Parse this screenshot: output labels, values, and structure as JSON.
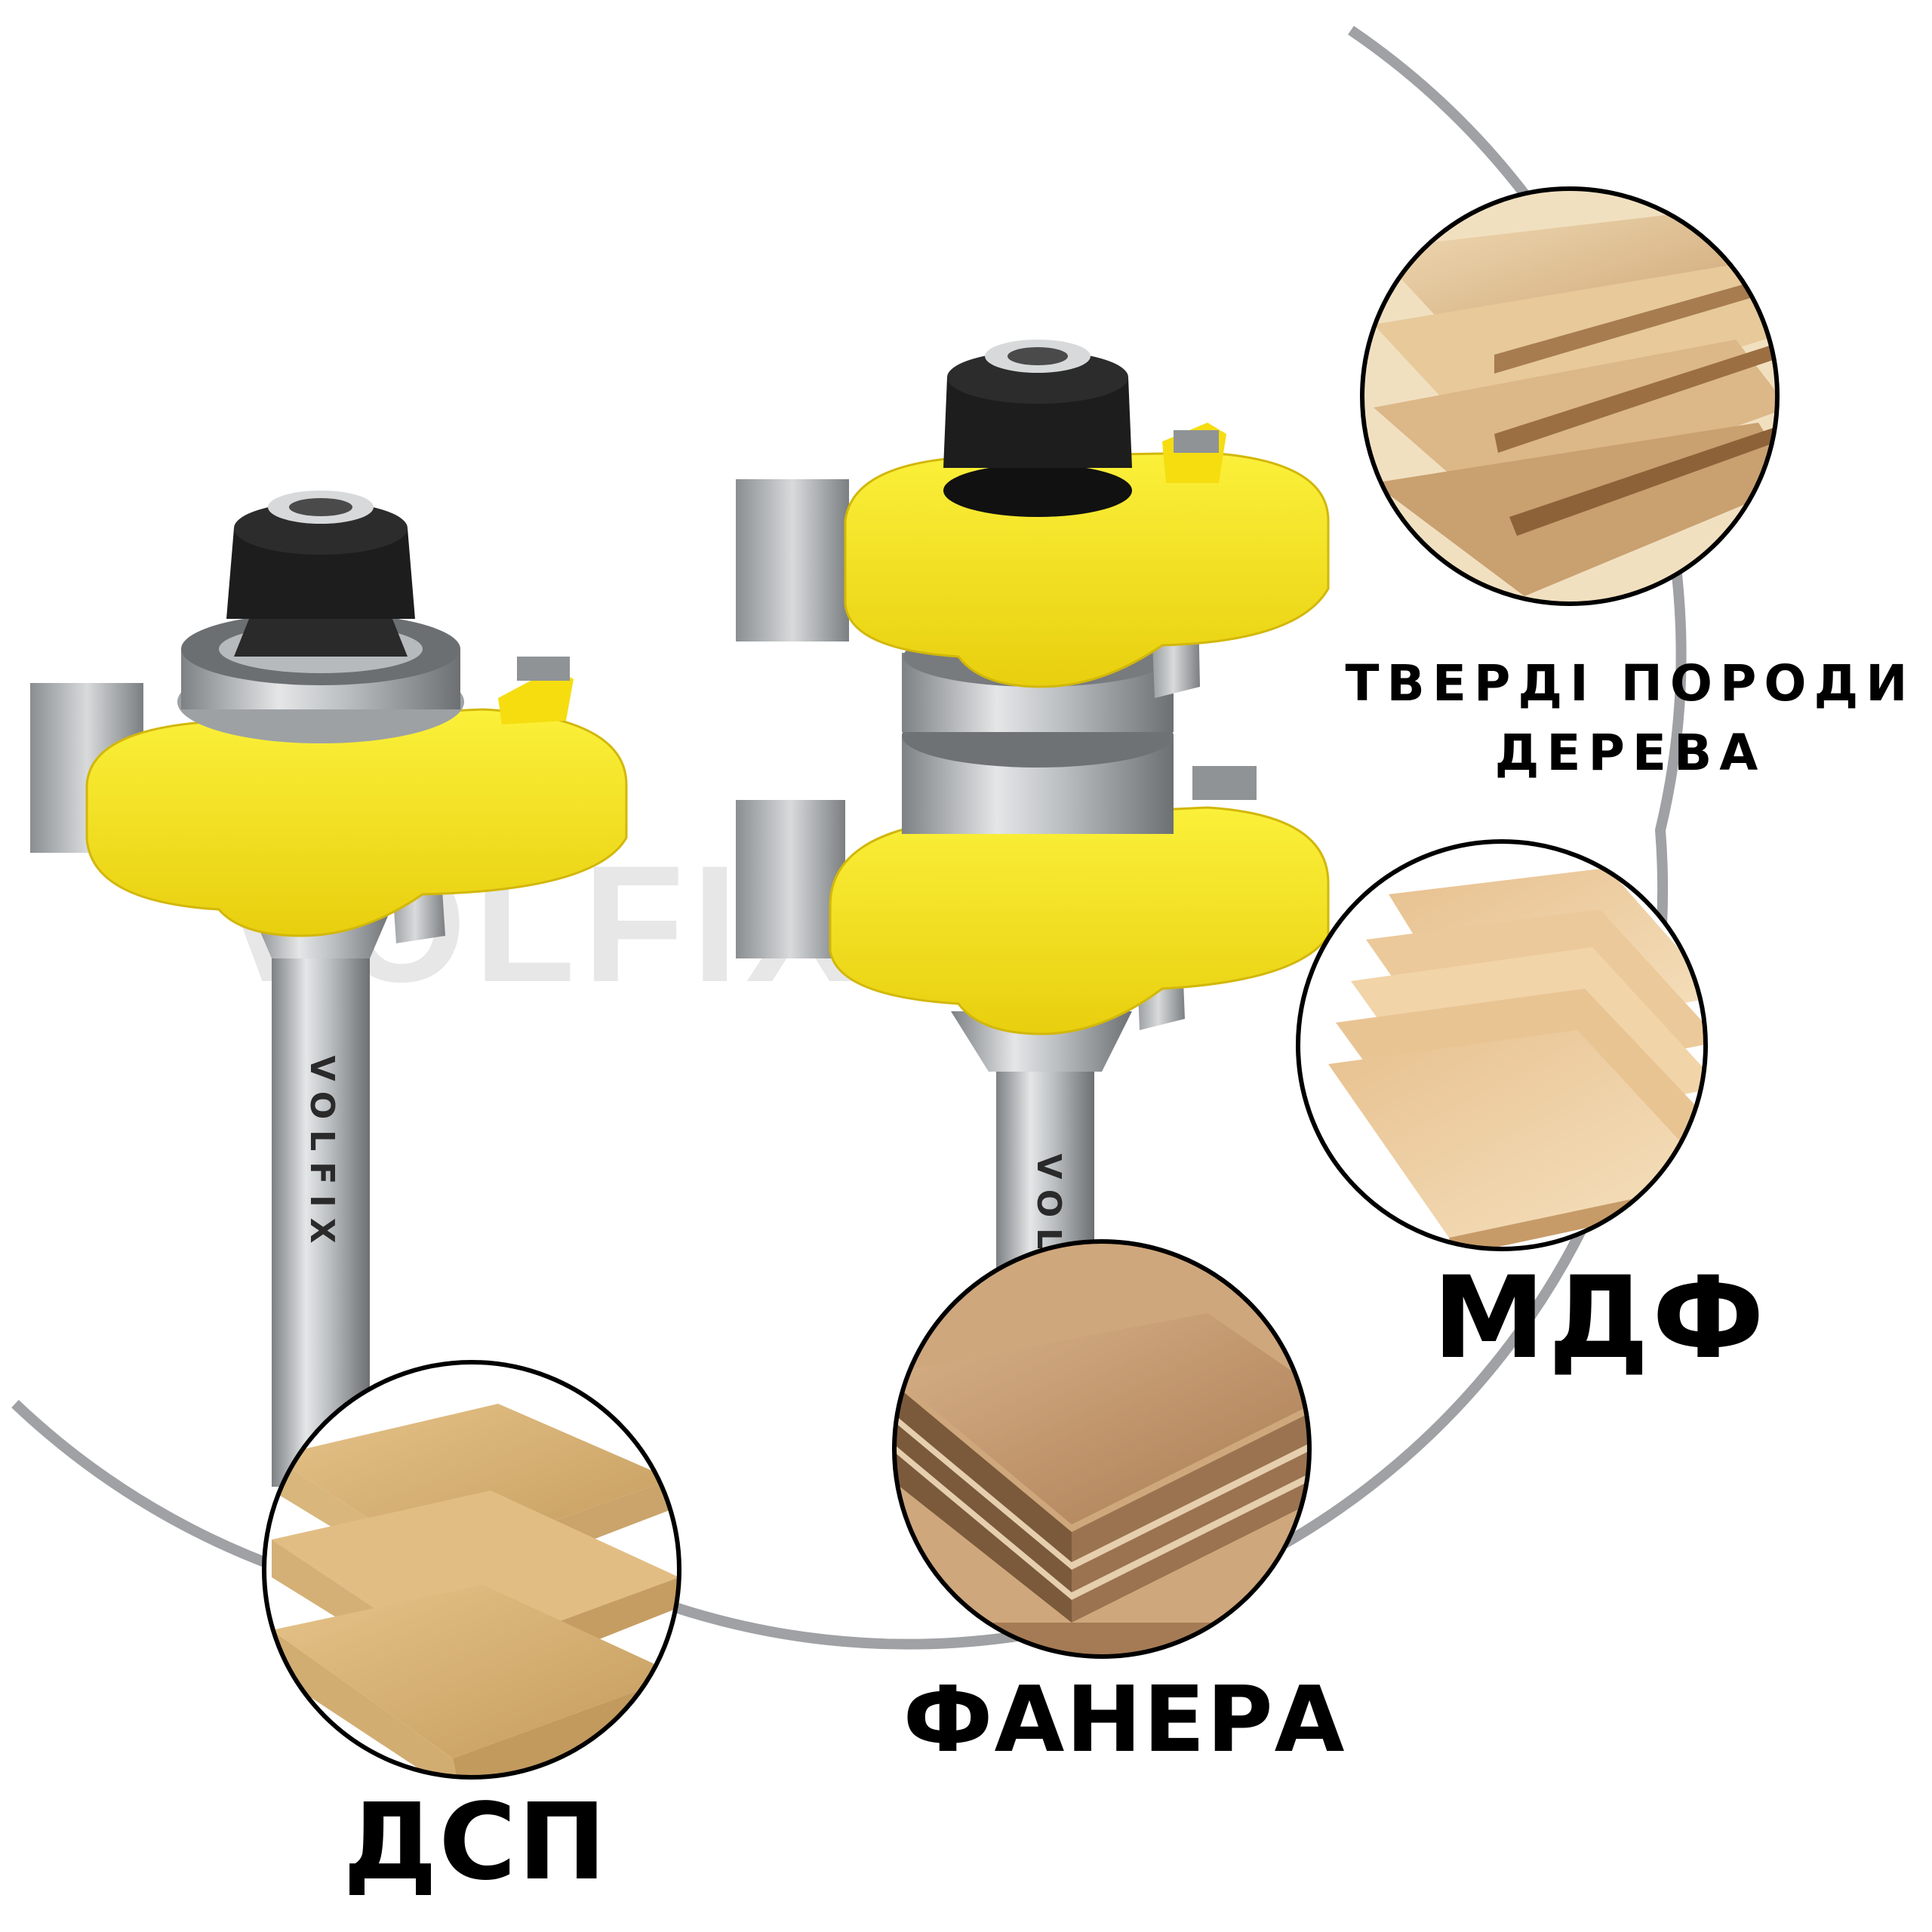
{
  "brand": {
    "watermark": "VOLFIX",
    "shank_engraving_left": "VOLFIX",
    "shank_engraving_right": "VOLFIX"
  },
  "materials": [
    {
      "id": "hardwood",
      "label_line1": "ТВЕРДІ ПОРОДИ",
      "label_line2": "ДЕРЕВА",
      "icon": "hardwood-planks-icon"
    },
    {
      "id": "mdf",
      "label": "МДФ",
      "icon": "mdf-boards-icon"
    },
    {
      "id": "plywood",
      "label": "ФАНЕРА",
      "icon": "plywood-stack-icon"
    },
    {
      "id": "chipboard",
      "label": "ДСП",
      "icon": "chipboard-stack-icon"
    }
  ],
  "colors": {
    "cutter_yellow": "#f7e21a",
    "cutter_shadow": "#d4bd0c",
    "steel": "#b8bcbf",
    "arc": "#9fa1a4",
    "wood_light": "#e9c99a",
    "wood_dark": "#b8895a"
  }
}
